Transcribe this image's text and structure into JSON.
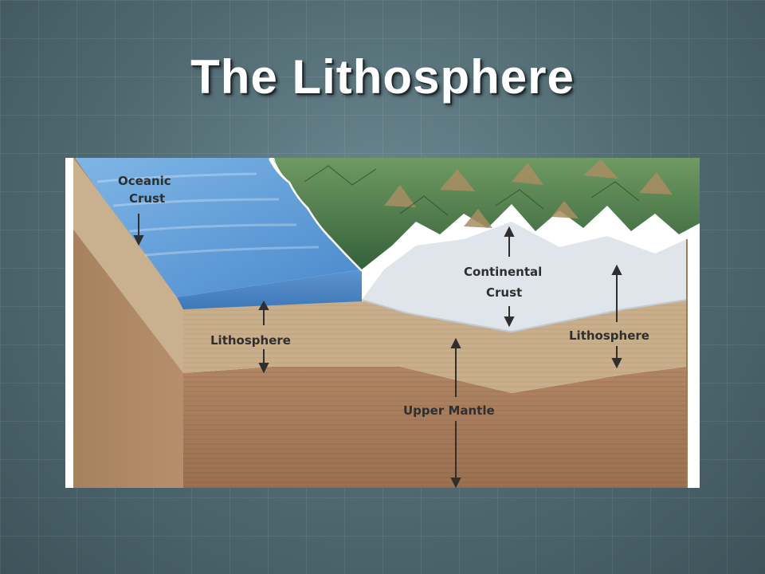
{
  "slide": {
    "title": "The Lithosphere"
  },
  "diagram": {
    "labels": {
      "oceanic_crust_line1": "Oceanic",
      "oceanic_crust_line2": "Crust",
      "continental_crust_line1": "Continental",
      "continental_crust_line2": "Crust",
      "lithosphere_left": "Lithosphere",
      "lithosphere_right": "Lithosphere",
      "upper_mantle": "Upper Mantle"
    },
    "colors": {
      "ocean": "#5a9ad8",
      "continental_crust": "#dde3e8",
      "lithosphere_layer": "#c7ad8d",
      "upper_mantle": "#a77d5c",
      "mountains": "#4e7a4a"
    }
  }
}
